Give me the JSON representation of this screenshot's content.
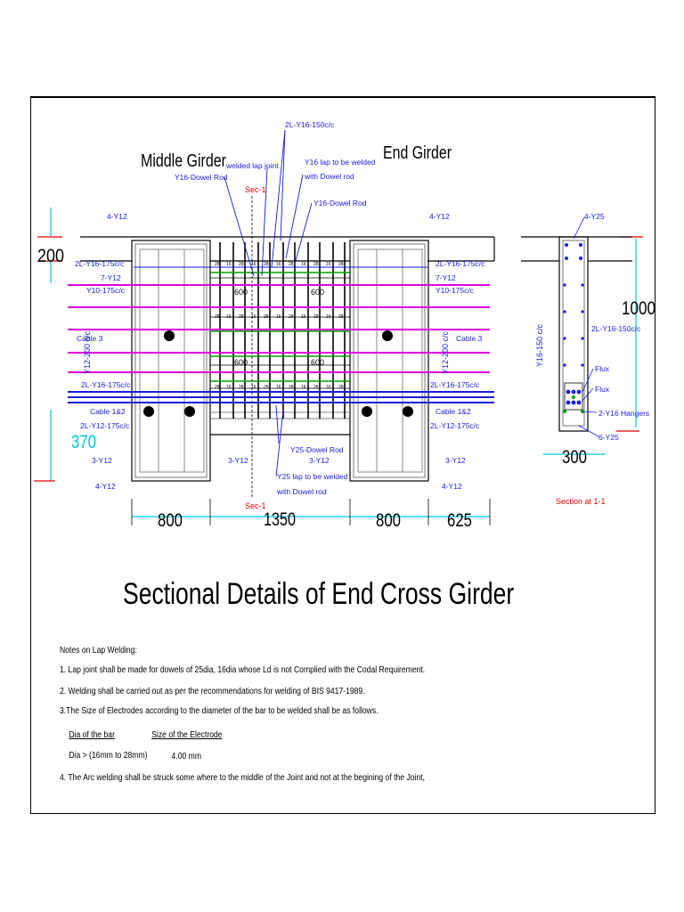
{
  "drawing": {
    "title": "Sectional Details of End Cross Girder",
    "girders": {
      "middle": "Middle Girder",
      "end": "End Girder"
    },
    "labels": {
      "top_bar": "2L-Y16-150c/c",
      "welded_lap": "welded lap joint",
      "y16_dowel_left": "Y16-Dowel Rod",
      "y16_lap_1": "Y16 lap to be welded",
      "y16_lap_2": "with Dowel rod",
      "y16_dowel_right": "Y16-Dowel Rod",
      "sec_top": "Sec-1",
      "sec_bottom": "Sec-1",
      "top_4y12_left": "4-Y12",
      "top_4y12_right": "4-Y12",
      "dim_200": "200",
      "l_2l_y16_175_top": "2L-Y16-175c/c",
      "l_7y12": "7-Y12",
      "l_y10": "Y10-175c/c",
      "r_2l_y16_175_top": "2L-Y16-175c/c",
      "r_7y12": "7-Y12",
      "r_y10": "Y10-175c/c",
      "dim_600_a": "600",
      "dim_600_b": "600",
      "dim_600_c": "600",
      "dim_600_d": "600",
      "cable3_left": "Cable 3",
      "cable3_right": "Cable 3",
      "y12_200_left": "Y12-200 c/c",
      "y12_200_right": "Y12-200 c/c",
      "l_2l_y16_175_mid": "2L-Y16-175c/c",
      "r_2l_y16_175_mid": "2L-Y16-175c/c",
      "cable12_left": "Cable 1&2",
      "cable12_right": "Cable 1&2",
      "l_2l_y12": "2L-Y12-175c/c",
      "r_2l_y12": "2L-Y12-175c/c",
      "dim_370": "370",
      "l_3y12": "3-Y12",
      "m_3y12_left": "3-Y12",
      "m_3y12_right": "3-Y12",
      "r_3y12": "3-Y12",
      "y25_dowel": "Y25-Dowel Rod",
      "y25_lap_1": "Y25 lap to be welded",
      "y25_lap_2": "with Dowel rod",
      "bot_4y12_left": "4-Y12",
      "bot_4y12_right": "4-Y12",
      "dim_800_a": "800",
      "dim_1350": "1350",
      "dim_800_b": "800",
      "dim_625": "625"
    },
    "section": {
      "top_4y25": "4-Y25",
      "dim_1000": "1000",
      "y16_150": "Y16-150 c/c",
      "r_2l_y16_150": "2L-Y16-150c/c",
      "flux_1": "Flux",
      "flux_2": "Flux",
      "hangers": "2-Y16 Hangers",
      "bot_6y25": "6-Y25",
      "dim_300": "300",
      "caption": "Section at 1-1"
    },
    "mesh_tags": [
      "28",
      "16",
      "28",
      "16",
      "28",
      "16",
      "28",
      "16",
      "28",
      "16",
      "28",
      "16"
    ]
  },
  "notes": {
    "heading": "Notes on Lap Welding:",
    "n1": "1. Lap joint shall be  made for dowels of 25dia, 16dia whose Ld is not Complied with the Codal Requirement.",
    "n2": "2. Welding shall be carried out as per the recommendations for welding of BIS 9417-1989.",
    "n3": "3.The Size of Electrodes according to the diameter of the bar to be welded shall be as follows.",
    "col1": "Dia of the bar",
    "col2": "Size of the Electrode",
    "row_dia": "Dia > (16mm to 28mm)",
    "row_size": "4.00 mm",
    "n4": "4. The Arc welding shall be struck some where to the middle of the Joint and not at the begining of the Joint,"
  },
  "colors": {
    "blue": "#1a1adc",
    "magenta": "#e000e0",
    "green": "#00a000",
    "red": "#e00000",
    "cyan": "#00c8e0",
    "gray": "#909090"
  }
}
